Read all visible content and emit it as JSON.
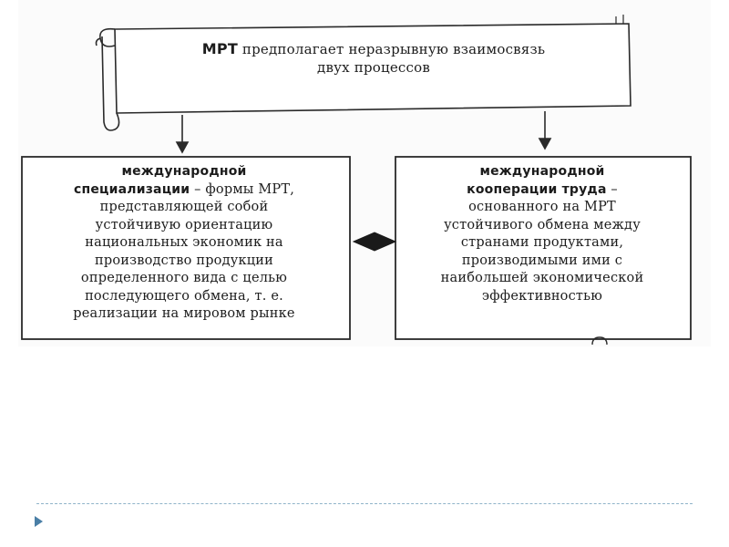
{
  "scroll": {
    "bold": "МРТ",
    "line1": " предполагает неразрывную взаимосвязь",
    "line2": "двух процессов"
  },
  "left_box": {
    "bold1": "международной",
    "bold2": "специализации",
    "rest1": "  – формы МРТ,",
    "lines": [
      "представляющей собой",
      "устойчивую ориентацию",
      "национальных экономик на",
      "производство продукции",
      "определенного вида с целью",
      "последующего обмена, т. е.",
      "реализации на мировом рынке"
    ]
  },
  "right_box": {
    "bold1": "международной",
    "bold2": "кооперации труда",
    "rest1": " –",
    "lines": [
      "основанного на МРТ",
      "устойчивого обмена между",
      "странами продуктами,",
      "производимыми ими с",
      "наибольшей экономической",
      "эффективностью"
    ]
  },
  "colors": {
    "ink": "#1c1c1c",
    "footer_line": "#8fb3c9",
    "footer_arrow": "#4a7fa6"
  }
}
